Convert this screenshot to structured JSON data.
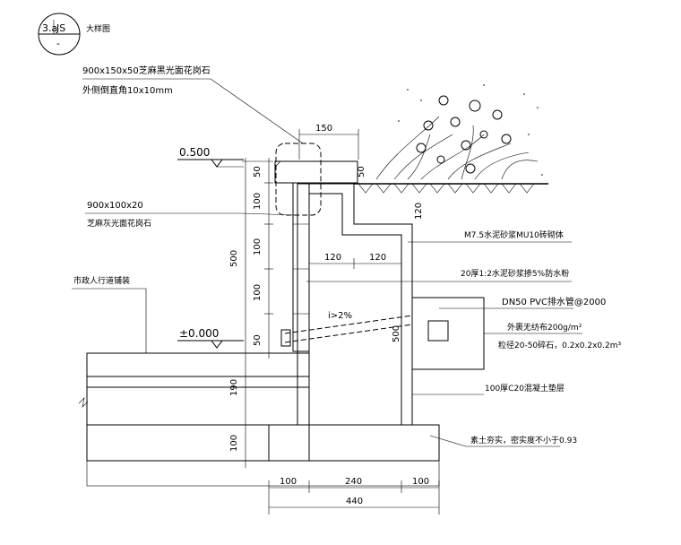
{
  "title_symbol": {
    "number": "3.a",
    "sheet": "JS",
    "sub": "-",
    "caption": "大样图"
  },
  "labels": {
    "coping_stone": "900x150x50芝麻黑光面花岗石",
    "coping_edge": "外侧倒直角10x10mm",
    "elev_top": "0.500",
    "curb_stone": "900x100x20",
    "curb_stone_2": "芝麻灰光面花岗石",
    "pavement": "市政人行道铺装",
    "elev_zero": "±0.000",
    "masonry": "M7.5水泥砂浆MU10砖砌体",
    "plaster": "20厚1:2水泥砂浆掺5%防水粉",
    "drain_pipe": "DN50 PVC排水管@2000",
    "geotextile": "外裹无纺布200g/m²",
    "gravel": "粒径20-50碎石，0.2x0.2x0.2m³",
    "concrete_base": "100厚C20混凝土垫层",
    "compacted_soil": "素土夯实，密实度不小于0.93",
    "slope": "i>2%"
  },
  "dimensions": {
    "top_150": "150",
    "v_50": "50",
    "v_100a": "100",
    "v_100b": "100",
    "v_100c": "100",
    "v_50b": "50",
    "v_500": "500",
    "v_50c": "50",
    "v_120": "120",
    "v_500r": "500",
    "h_120a": "120",
    "h_120b": "120",
    "v_190": "190",
    "v_100d": "100",
    "b_100a": "100",
    "b_240": "240",
    "b_100b": "100",
    "b_440": "440"
  }
}
